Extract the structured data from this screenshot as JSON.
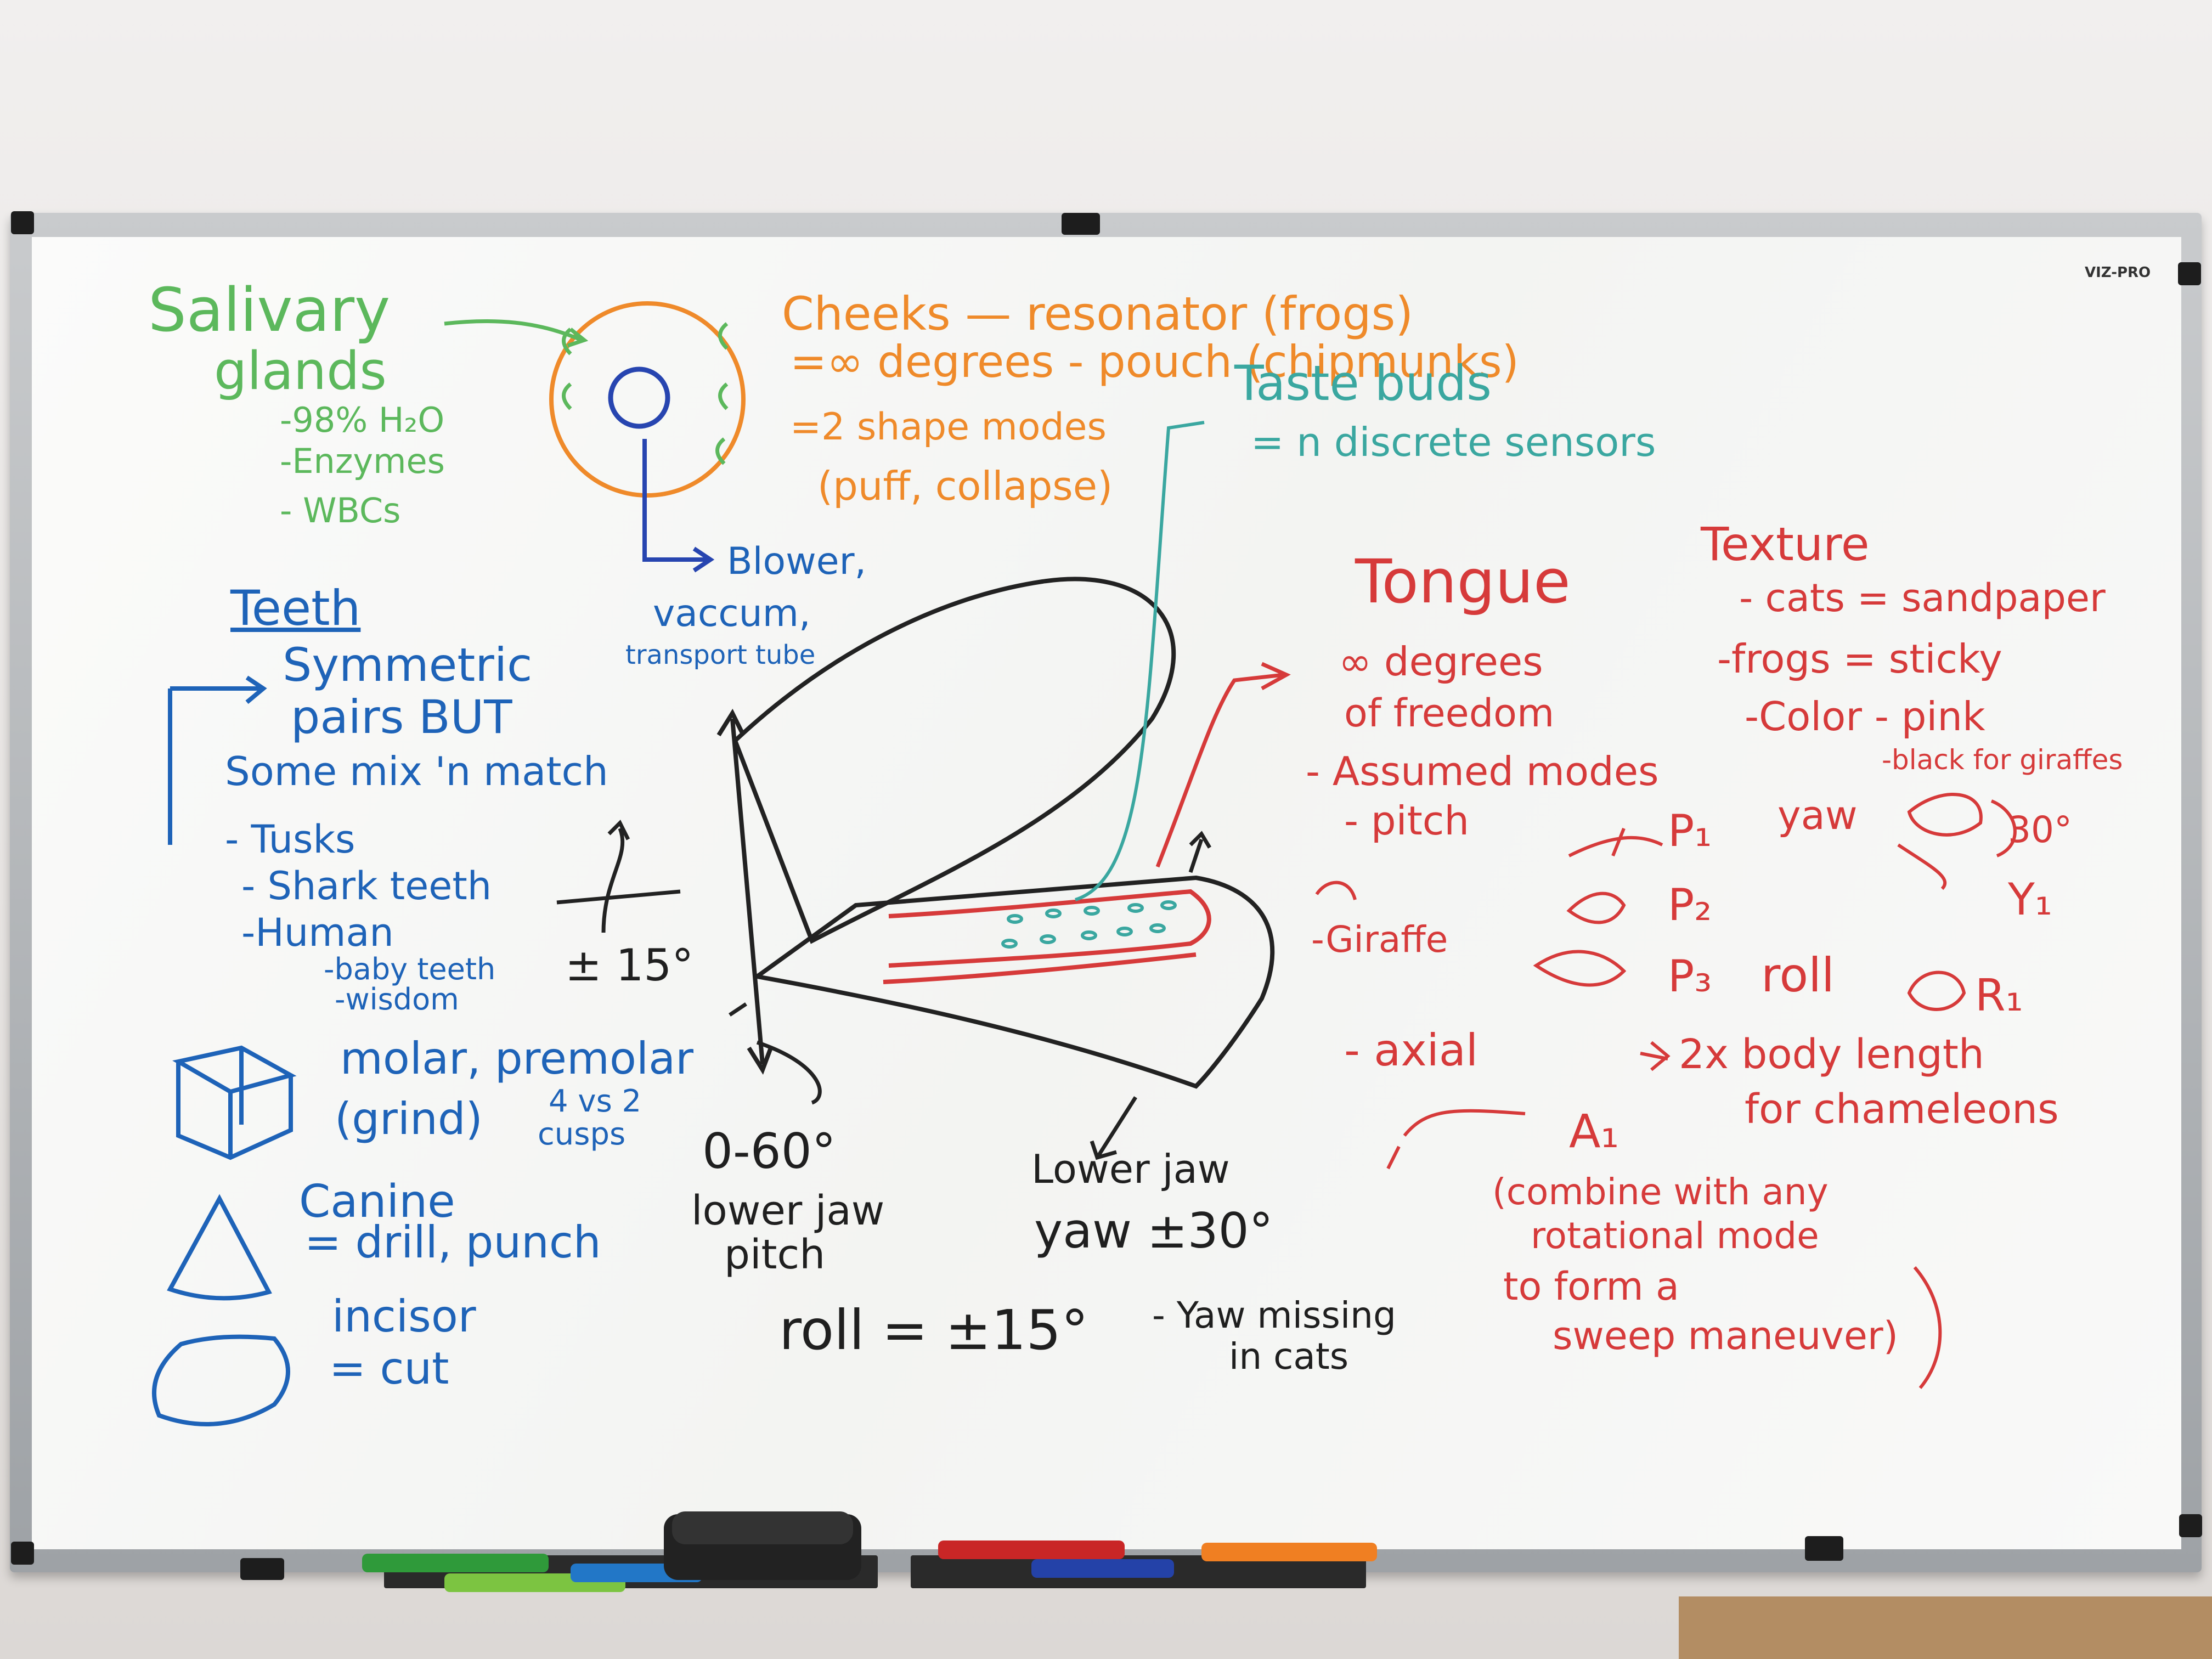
{
  "board": {
    "brand": "VIZ-PRO",
    "salivary": {
      "title_1": "Salivary",
      "title_2": "glands",
      "items": [
        "-98% H₂O",
        "-Enzymes",
        "- WBCs"
      ]
    },
    "cheeks": {
      "line_1": "Cheeks — resonator (frogs)",
      "line_2": "=∞ degrees - pouch (chipmunks)",
      "line_3": "=2 shape modes",
      "line_4": "(puff, collapse)",
      "blower": "Blower,",
      "vaccum": "vaccum,",
      "transport": "transport tube"
    },
    "taste": {
      "title": "Taste buds",
      "detail": "= n discrete sensors"
    },
    "teeth": {
      "title": "Teeth",
      "line_1": "Symmetric",
      "line_2": "pairs BUT",
      "line_3": "Some mix 'n match",
      "tusks": "- Tusks",
      "shark": "- Shark teeth",
      "human": "-Human",
      "baby": "-baby teeth",
      "wisdom": "-wisdom",
      "plusminus": "± 15°",
      "molar_1": "molar, premolar",
      "molar_2": "(grind)",
      "cusps_1": "4 vs 2",
      "cusps_2": "cusps",
      "canine_1": "Canine",
      "canine_2": "= drill, punch",
      "incisor_1": "incisor",
      "incisor_2": "= cut"
    },
    "jaw": {
      "pitch_range": "0-60°",
      "pitch_label_1": "lower jaw",
      "pitch_label_2": "pitch",
      "yaw_label_1": "Lower jaw",
      "yaw_label_2": "yaw ±30°",
      "roll": "roll = ±15°",
      "missing_1": "- Yaw missing",
      "missing_2": "in cats"
    },
    "tongue": {
      "title": "Tongue",
      "texture": "Texture",
      "cats": "- cats = sandpaper",
      "frogs": "-frogs = sticky",
      "color": "-Color - pink",
      "giraffe_color": "-black for giraffes",
      "dof_1": "∞ degrees",
      "dof_2": "of freedom",
      "assumed": "- Assumed modes",
      "pitch": "- pitch",
      "p1": "P₁",
      "yaw": "yaw",
      "deg30": "30°",
      "y1": "Y₁",
      "p2": "P₂",
      "giraffe": "-Giraffe",
      "p3": "P₃",
      "roll": "roll",
      "r1": "R₁",
      "axial": "- axial",
      "axial_arrow": "2x body length",
      "chameleons": "for chameleons",
      "a1": "A₁",
      "combine_1": "(combine with any",
      "combine_2": "rotational mode",
      "combine_3": "to form a",
      "combine_4": "sweep maneuver)"
    }
  }
}
